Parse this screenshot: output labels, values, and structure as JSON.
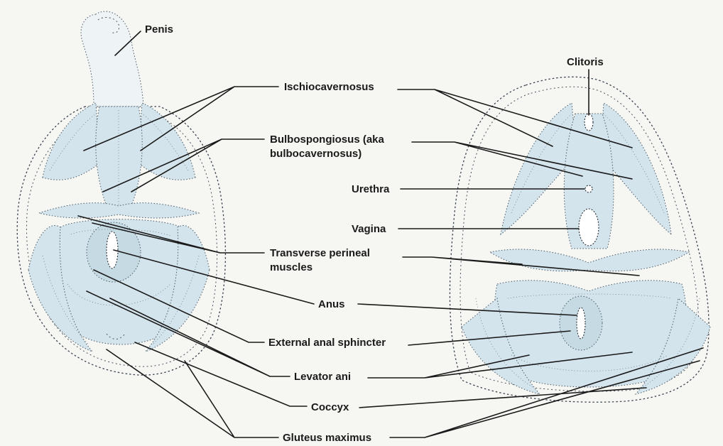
{
  "labels": {
    "penis": "Penis",
    "clitoris": "Clitoris",
    "ischiocavernosus": "Ischiocavernosus",
    "bulbospongiosus_line1": "Bulbospongiosus (aka",
    "bulbospongiosus_line2": "bulbocavernosus)",
    "urethra": "Urethra",
    "vagina": "Vagina",
    "transverse_line1": "Transverse perineal",
    "transverse_line2": "muscles",
    "anus": "Anus",
    "external_anal_sphincter": "External anal sphincter",
    "levator_ani": "Levator ani",
    "coccyx": "Coccyx",
    "gluteus_maximus": "Gluteus maximus"
  },
  "colors": {
    "muscle_tint": "#d3e4ec",
    "ink": "#1a1a1a",
    "background": "#f6f6f3"
  }
}
